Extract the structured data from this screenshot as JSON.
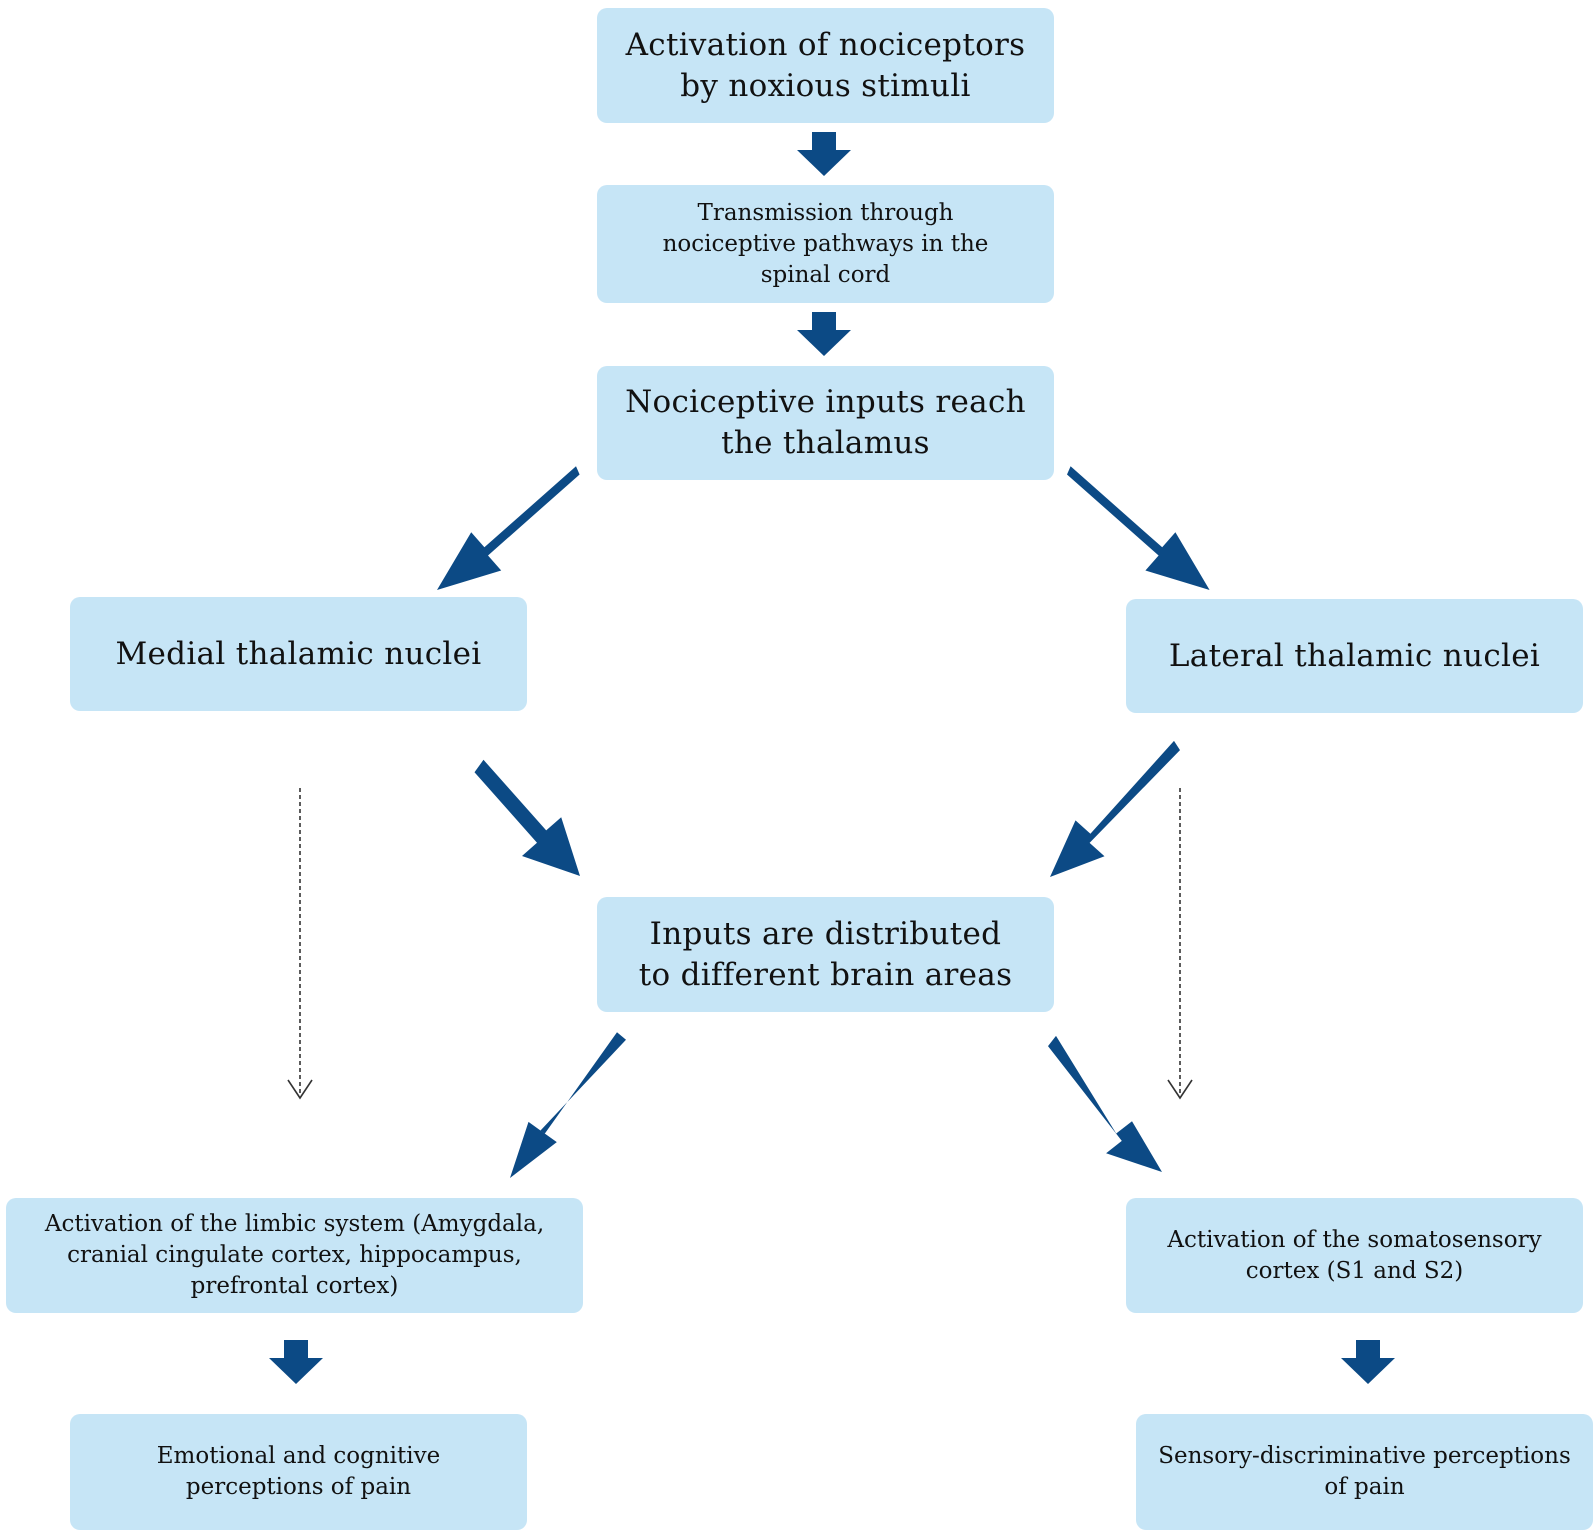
{
  "nodes": {
    "nociceptors": "Activation of nociceptors by noxious stimuli",
    "spinal": "Transmission through nociceptive pathways in the spinal cord",
    "thalamus": "Nociceptive inputs reach the thalamus",
    "medial": "Medial thalamic nuclei",
    "lateral": "Lateral thalamic nuclei",
    "distributed": "Inputs are distributed to different brain areas",
    "limbic": "Activation of the limbic system (Amygdala, cranial cingulate cortex, hippocampus, prefrontal cortex)",
    "somatosensory": "Activation of the somatosensory cortex (S1 and S2)",
    "emotional": "Emotional and cognitive perceptions of pain",
    "sensory": "Sensory-discriminative perceptions of pain"
  },
  "colors": {
    "box_fill": "#c6e5f6",
    "arrow": "#0c4a85",
    "text": "#111111"
  }
}
